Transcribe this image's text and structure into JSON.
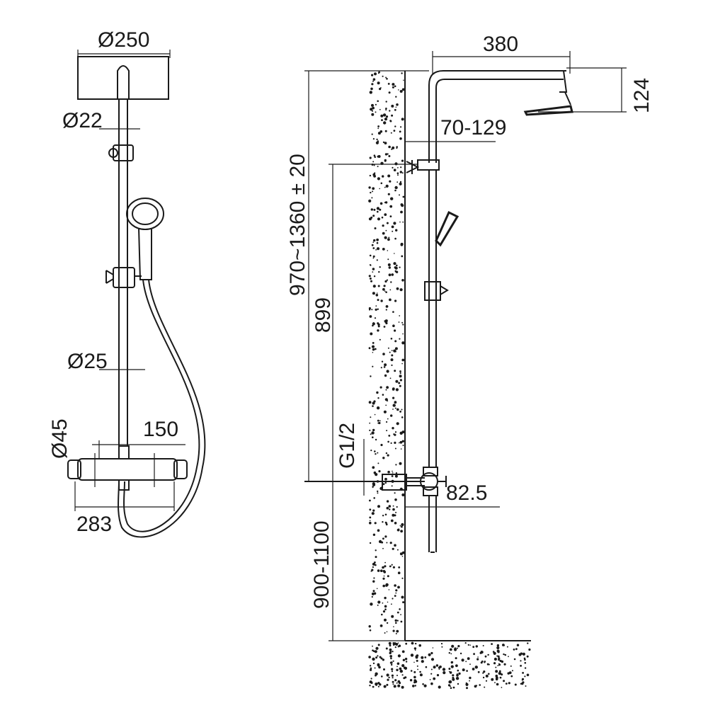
{
  "front_view": {
    "head_diameter": "Ø250",
    "arm_diameter": "Ø22",
    "riser_diameter": "Ø25",
    "valve_diameter": "Ø45",
    "hose_offset": "150",
    "valve_width": "283"
  },
  "side_view": {
    "arm_reach": "380",
    "head_height": "124",
    "wall_gap": "70-129",
    "total_height_range": "970~1360 ± 20",
    "riser_height": "899",
    "inlet_thread": "G1/2",
    "valve_offset": "82.5",
    "mount_height": "900-1100"
  },
  "colors": {
    "line": "#1a1a1a",
    "background": "#ffffff"
  }
}
